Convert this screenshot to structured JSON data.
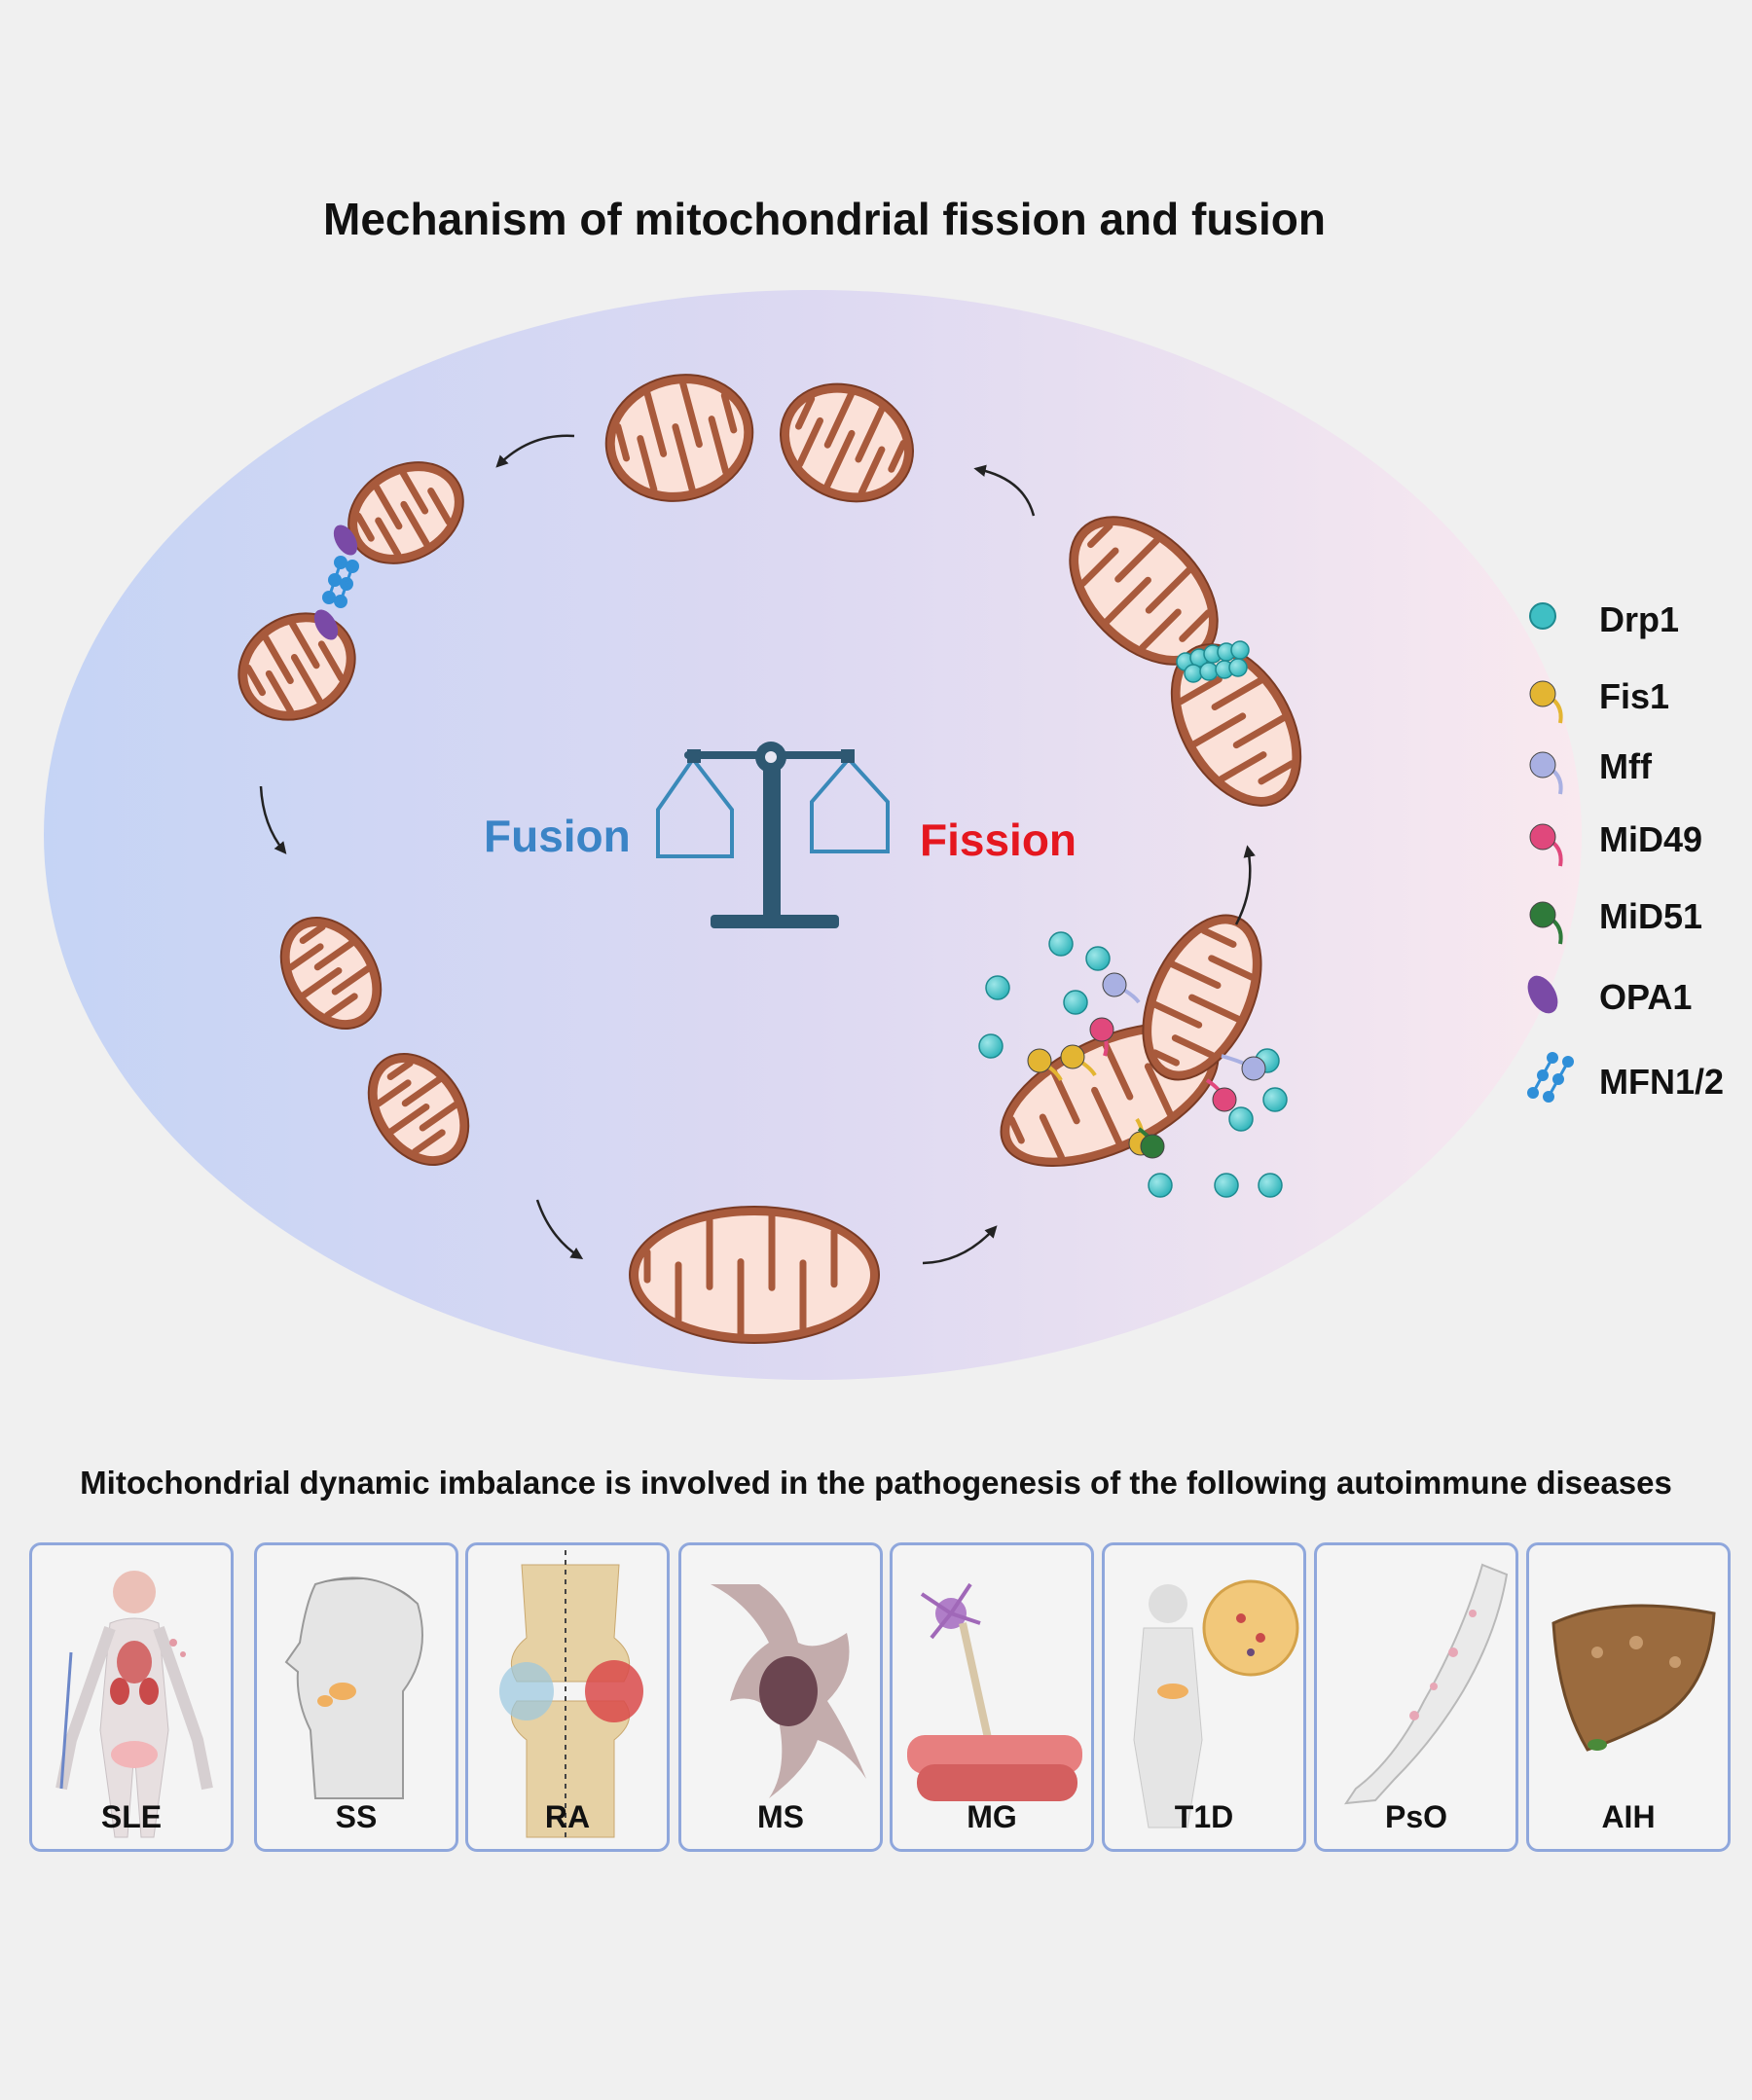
{
  "title": "Mechanism of mitochondrial fission and fusion",
  "balance": {
    "left_label": "Fusion",
    "right_label": "Fission"
  },
  "legend": [
    {
      "label": "Drp1",
      "color": "#3fbfc4",
      "icon": "ball-icon"
    },
    {
      "label": "Fis1",
      "color": "#e3b532",
      "icon": "lollipop-icon"
    },
    {
      "label": "Mff",
      "color": "#a9b0e2",
      "icon": "lollipop-icon"
    },
    {
      "label": "MiD49",
      "color": "#e0487c",
      "icon": "lollipop-icon"
    },
    {
      "label": "MiD51",
      "color": "#2f7a3a",
      "icon": "lollipop-icon"
    },
    {
      "label": "OPA1",
      "color": "#7a4aa6",
      "icon": "oval-icon"
    },
    {
      "label": "MFN1/2",
      "color": "#2f8fd8",
      "icon": "chain-icon"
    }
  ],
  "subtitle": "Mitochondrial dynamic imbalance is involved in the pathogenesis of the following autoimmune diseases",
  "diseases": [
    {
      "label": "SLE",
      "icon": "human-body-icon"
    },
    {
      "label": "SS",
      "icon": "head-salivary-gland-icon"
    },
    {
      "label": "RA",
      "icon": "knee-joint-icon"
    },
    {
      "label": "MS",
      "icon": "glial-cell-icon"
    },
    {
      "label": "MG",
      "icon": "neuron-muscle-icon"
    },
    {
      "label": "T1D",
      "icon": "pancreas-islet-icon"
    },
    {
      "label": "PsO",
      "icon": "skin-arm-icon"
    },
    {
      "label": "AIH",
      "icon": "liver-icon"
    }
  ],
  "colors": {
    "mito_outer": "#a85a3c",
    "mito_inner": "#fbe1d8",
    "balance": "#2e5872",
    "fusion_text": "#3b84c6",
    "fission_text": "#e5171f",
    "card_border": "#8fa7dc"
  }
}
